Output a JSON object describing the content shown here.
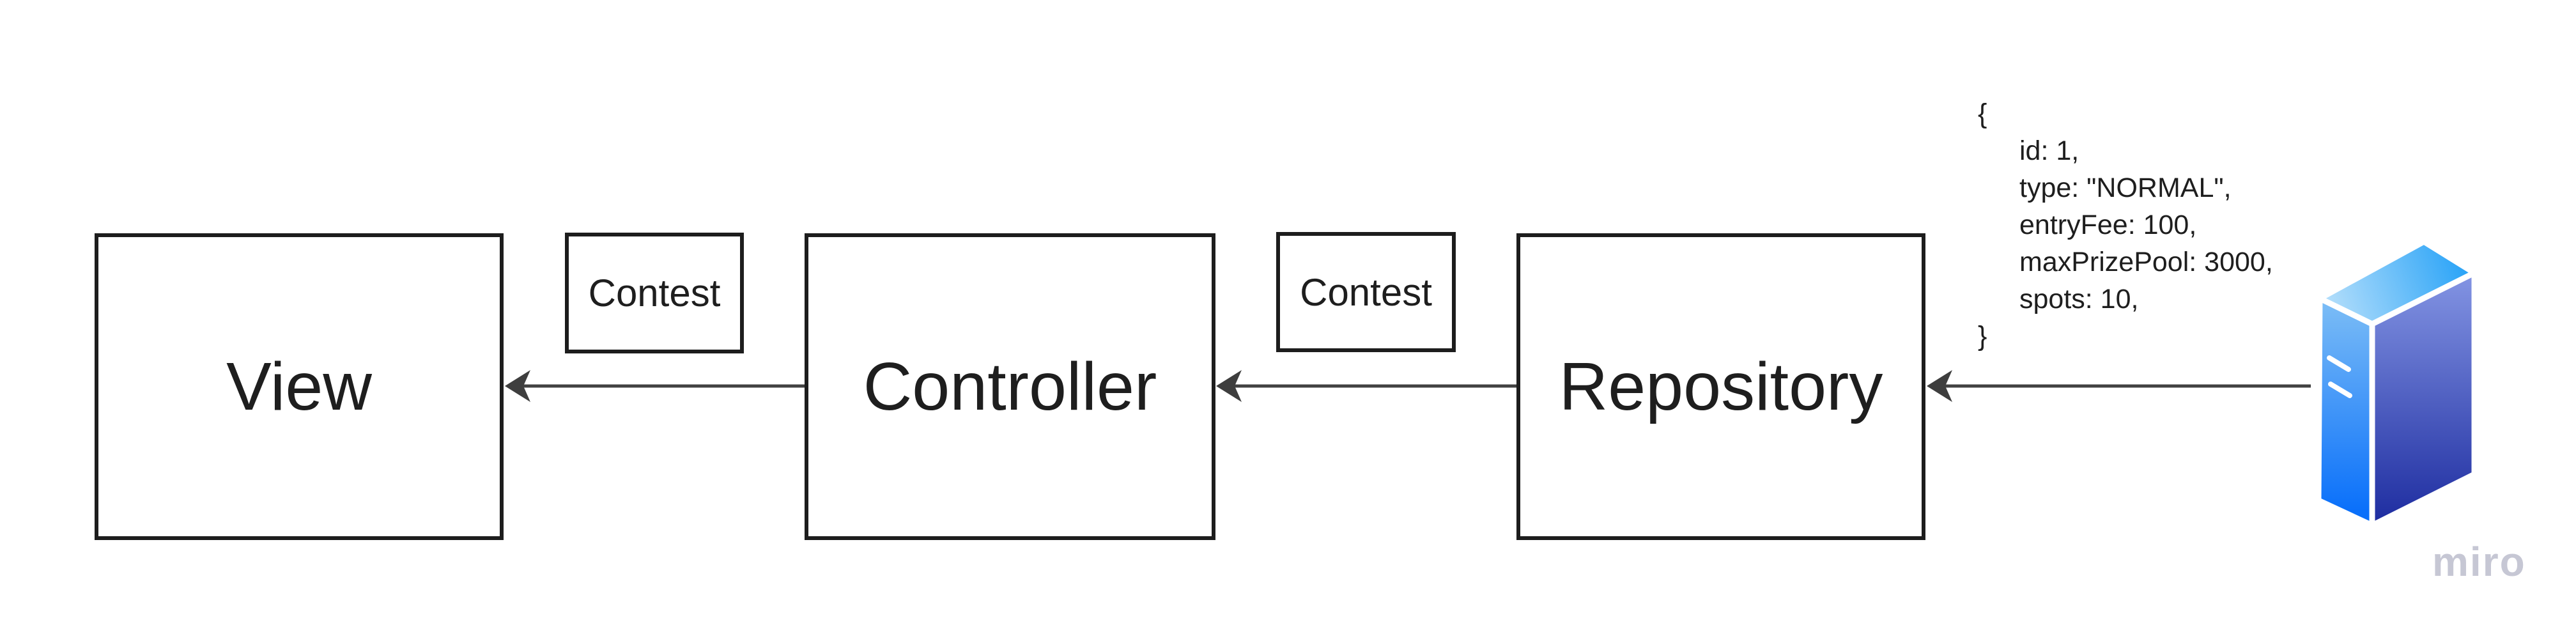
{
  "board": {
    "background": "#ffffff",
    "watermark": {
      "label": "miro",
      "color": "#c6c7d4"
    }
  },
  "boxes": [
    {
      "id": "view",
      "label": "View"
    },
    {
      "id": "controller",
      "label": "Controller"
    },
    {
      "id": "repository",
      "label": "Repository"
    }
  ],
  "connector_labels": [
    {
      "id": "contest-1",
      "label": "Contest"
    },
    {
      "id": "contest-2",
      "label": "Contest"
    }
  ],
  "arrows": [
    {
      "id": "controller-to-view",
      "from": "Controller",
      "to": "View"
    },
    {
      "id": "repository-to-controller",
      "from": "Repository",
      "to": "Controller"
    },
    {
      "id": "database-to-repository",
      "from": "database-server",
      "to": "Repository"
    }
  ],
  "code_snippet": {
    "lines": [
      "{",
      "id: 1,",
      "type: \"NORMAL\",",
      "entryFee: 100,",
      "maxPrizePool: 3000,",
      "spots: 10,",
      "}"
    ]
  },
  "server_icon": {
    "name": "database-server-icon",
    "colors": {
      "top_light": "#b8e0fb",
      "top_vivid": "#29a3f7",
      "left_top": "#7cbdf6",
      "left_bottom": "#0a70fa",
      "right_top": "#8394e3",
      "right_bottom": "#1c2b9f",
      "separator": "#ffffff"
    }
  },
  "colors": {
    "box_border": "#1d1d1d",
    "text": "#1e1e1e",
    "arrow": "#414141"
  }
}
